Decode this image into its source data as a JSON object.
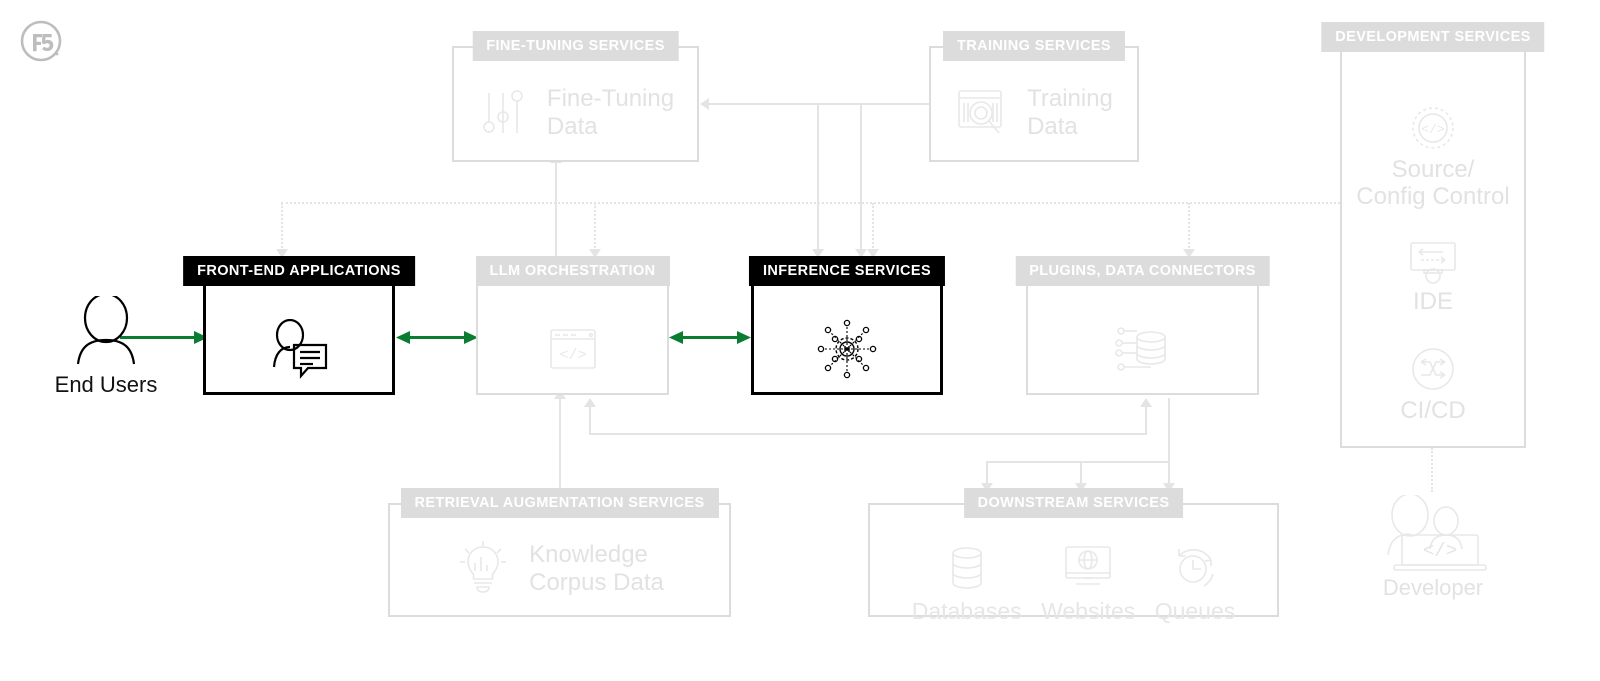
{
  "brand": {
    "logo": "f5-logo",
    "green": "#0a7d32",
    "grey": "#dcdcdc",
    "black": "#000000"
  },
  "actors": {
    "end_users": {
      "label": "End Users",
      "icon": "person-icon"
    },
    "developer": {
      "label": "Developer",
      "icon": "developer-laptop-icon"
    }
  },
  "nodes": {
    "fine_tuning": {
      "header": "FINE-TUNING SERVICES",
      "label": "Fine-Tuning\nData",
      "icon": "sliders-icon",
      "emphasis": "light"
    },
    "training": {
      "header": "TRAINING SERVICES",
      "label": "Training\nData",
      "icon": "data-search-icon",
      "emphasis": "light"
    },
    "frontend": {
      "header": "FRONT-END\nAPPLICATIONS",
      "label": "",
      "icon": "user-chat-icon",
      "emphasis": "dark"
    },
    "llm": {
      "header": "LLM\nORCHESTRATION",
      "label": "",
      "icon": "code-window-icon",
      "emphasis": "light"
    },
    "inference": {
      "header": "INFERENCE\nSERVICES",
      "label": "",
      "icon": "neural-gear-icon",
      "emphasis": "dark"
    },
    "plugins": {
      "header": "PLUGINS,\nDATA CONNECTORS",
      "label": "",
      "icon": "database-connector-icon",
      "emphasis": "light"
    },
    "retrieval": {
      "header": "RETRIEVAL AUGMENTATION SERVICES",
      "label": "Knowledge\nCorpus Data",
      "icon": "lightbulb-chart-icon",
      "emphasis": "light"
    },
    "downstream": {
      "header": "DOWNSTREAM SERVICES",
      "emphasis": "light",
      "items": [
        {
          "label": "Databases",
          "icon": "database-icon"
        },
        {
          "label": "Websites",
          "icon": "monitor-globe-icon"
        },
        {
          "label": "Queues",
          "icon": "clock-refresh-icon"
        }
      ]
    },
    "development": {
      "header": "DEVELOPMENT\nSERVICES",
      "emphasis": "light",
      "items": [
        {
          "label": "Source/\nConfig Control",
          "icon": "gear-code-icon"
        },
        {
          "label": "IDE",
          "icon": "ide-icon"
        },
        {
          "label": "CI/CD",
          "icon": "cicd-icon"
        }
      ]
    }
  }
}
